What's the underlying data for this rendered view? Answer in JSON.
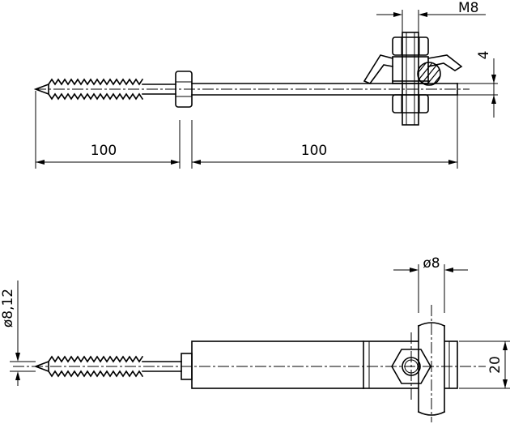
{
  "dimensions": {
    "thread": "M8",
    "offset": "4",
    "length_left": "100",
    "length_right": "100",
    "bar_diameter": "ø8",
    "screw_diameter": "ø8,12",
    "clamp_width": "20"
  },
  "icons": {
    "hex_nut": "hex-nut-icon",
    "cross_section": "hatched-bar-section-icon"
  }
}
